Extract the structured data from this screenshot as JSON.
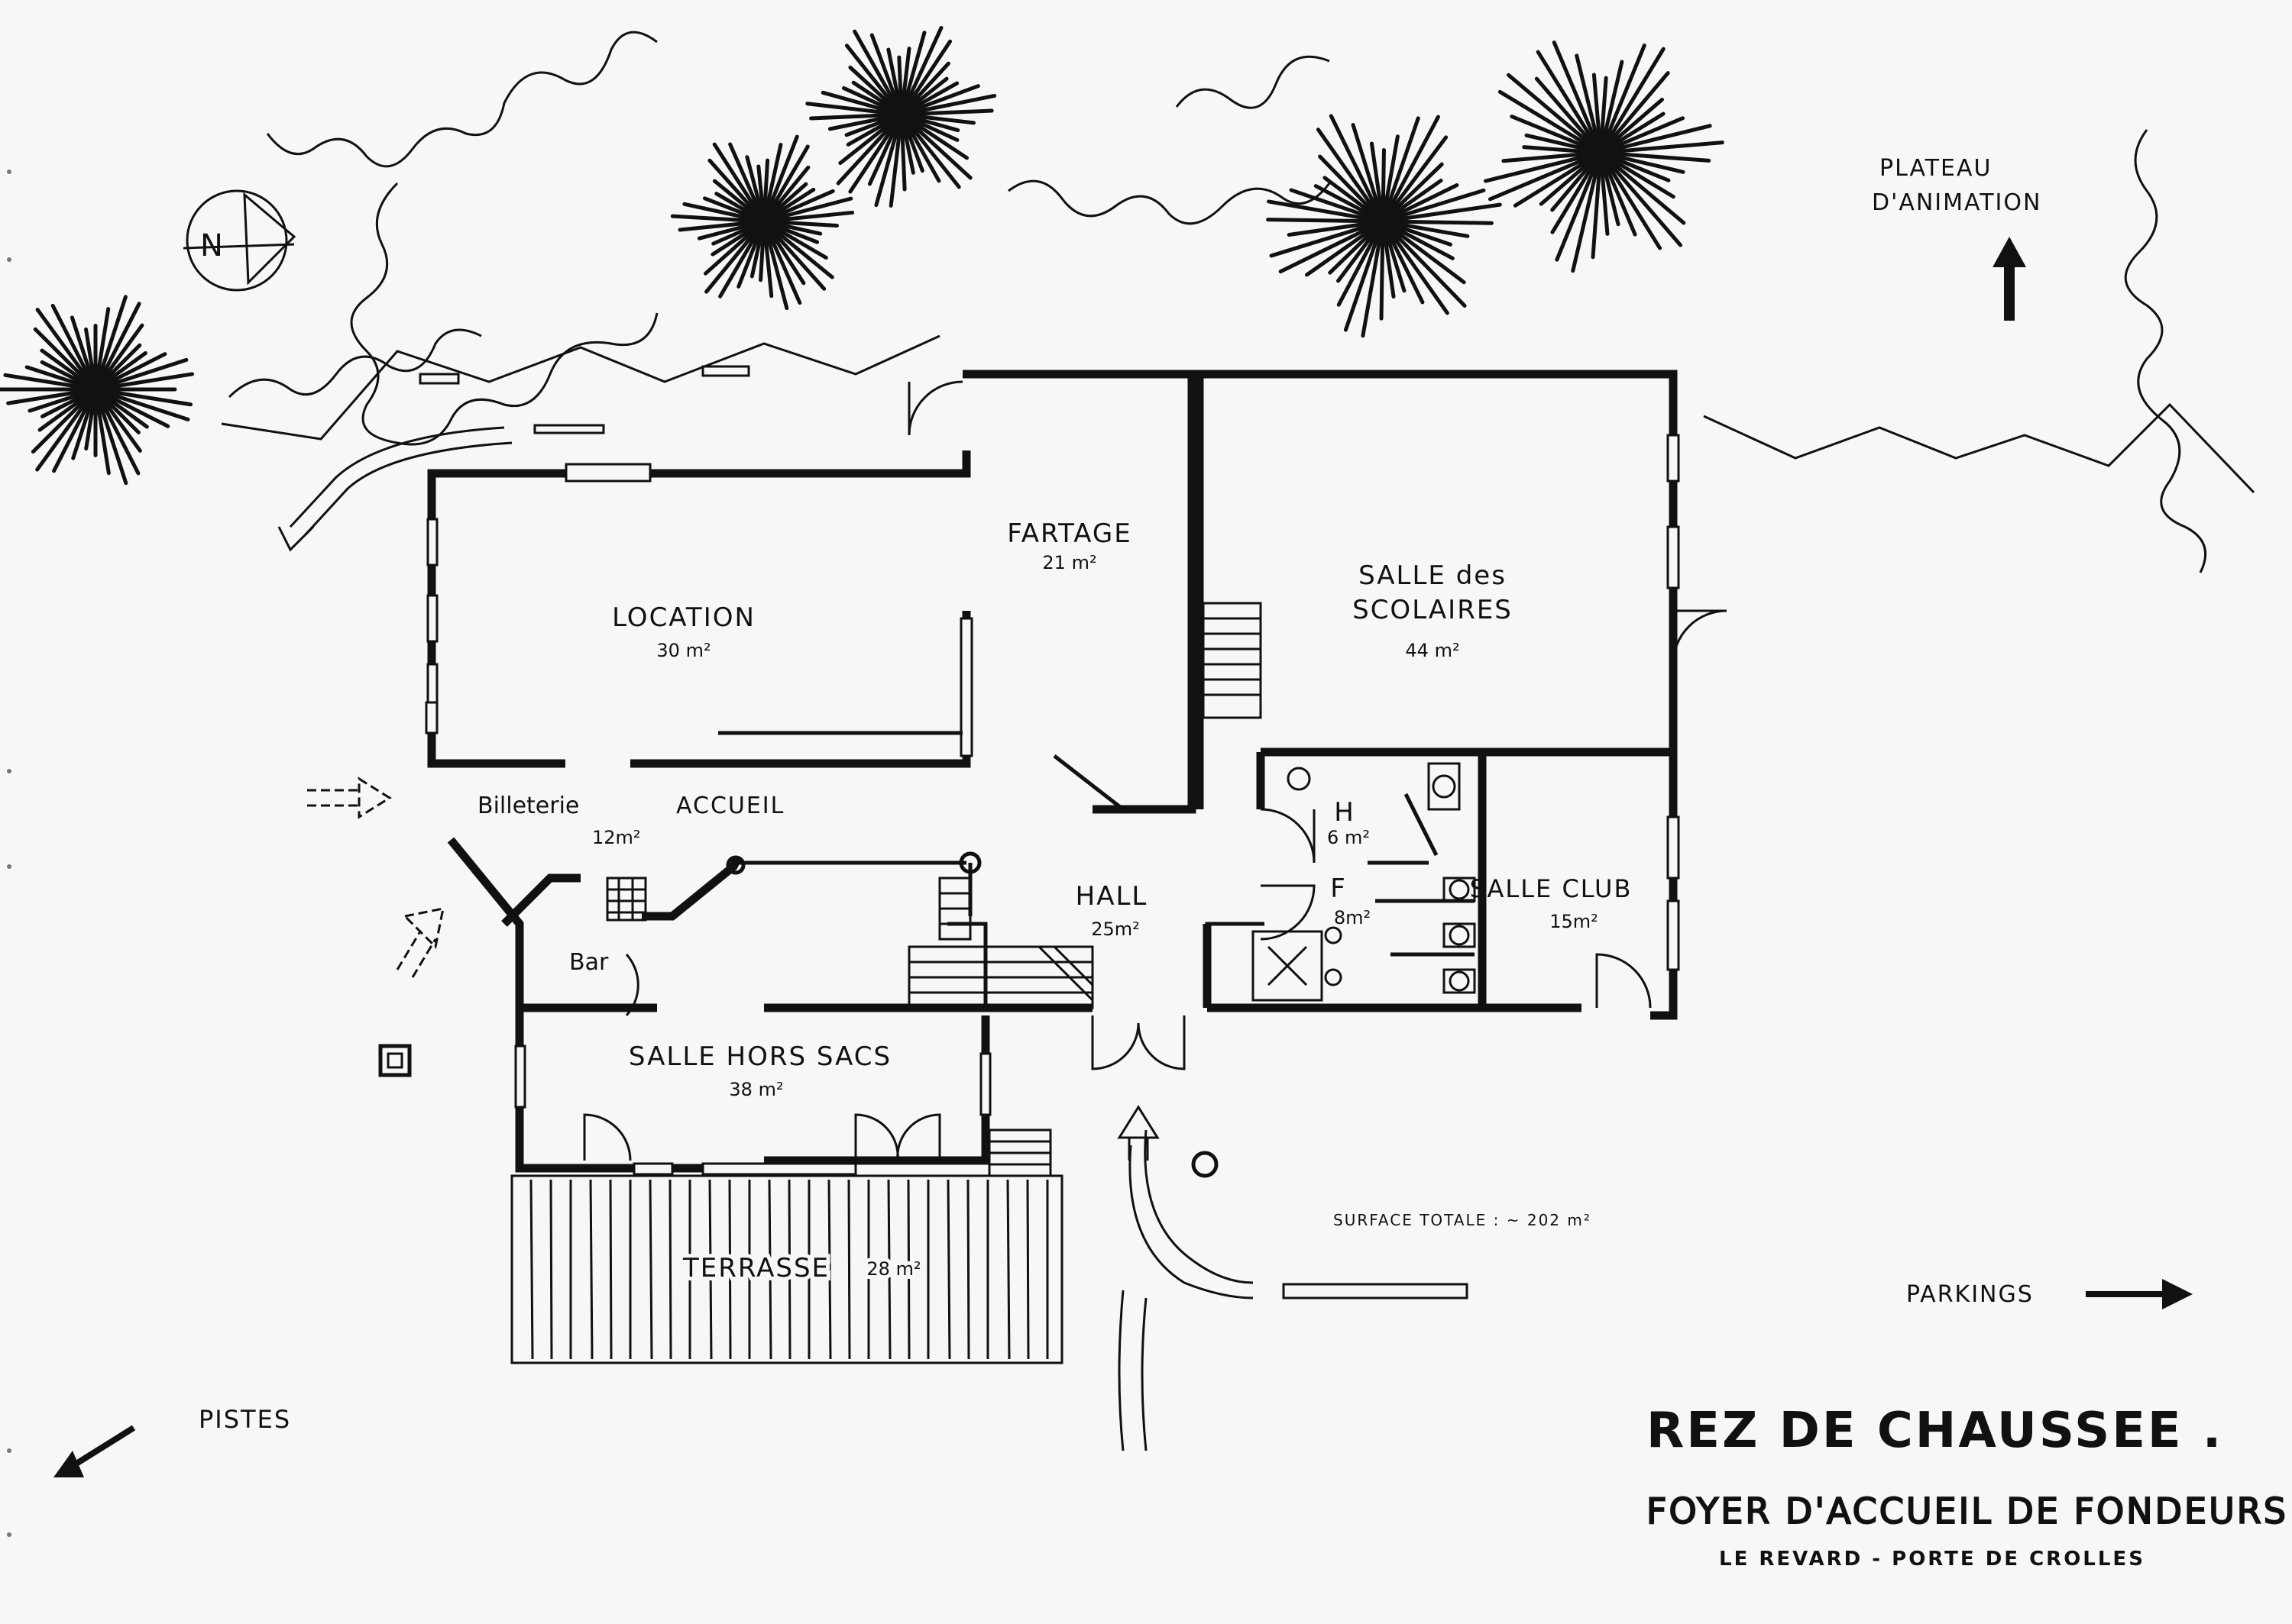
{
  "rooms": {
    "location": {
      "name": "LOCATION",
      "area": "30 m²"
    },
    "fartage": {
      "name": "FARTAGE",
      "area": "21 m²"
    },
    "scolaires": {
      "name1": "SALLE des",
      "name2": "SCOLAIRES",
      "area": "44 m²"
    },
    "billeterie": {
      "name": "Billeterie",
      "area": "12m²"
    },
    "accueil": {
      "name": "ACCUEIL"
    },
    "hall": {
      "name": "HALL",
      "area": "25m²"
    },
    "wc_h": {
      "name": "H",
      "area": "6 m²"
    },
    "wc_f": {
      "name": "F",
      "area": "8m²"
    },
    "club": {
      "name": "SALLE CLUB",
      "area": "15m²"
    },
    "bar": {
      "name": "Bar"
    },
    "hors_sacs": {
      "name": "SALLE HORS SACS",
      "area": "38 m²"
    },
    "terrasse": {
      "name": "TERRASSE",
      "area": "28 m²"
    }
  },
  "labels": {
    "plateau1": "PLATEAU",
    "plateau2": "D'ANIMATION",
    "parkings": "PARKINGS",
    "pistes": "PISTES",
    "surface": "SURFACE TOTALE : ~ 202 m²",
    "north": "N"
  },
  "title": {
    "main": "REZ DE CHAUSSEE .",
    "sub": "FOYER D'ACCUEIL DE FONDEURS",
    "place": "LE REVARD - PORTE DE CROLLES"
  }
}
